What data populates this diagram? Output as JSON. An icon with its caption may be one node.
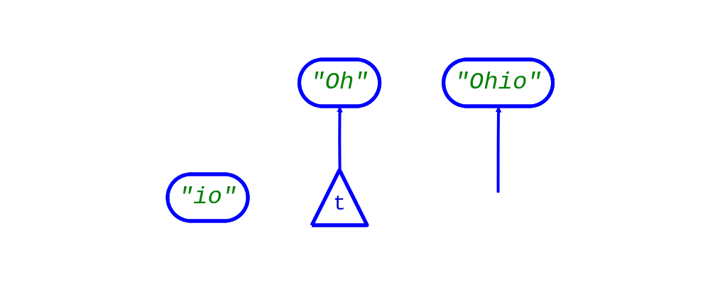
{
  "diagram": {
    "nodes": [
      {
        "text": [
          "\"Oh\""
        ]
      },
      {
        "text": [
          "\"io\""
        ]
      },
      {
        "text": [
          "\"Ohio\""
        ]
      },
      {
        "text": [
          "t"
        ]
      }
    ],
    "edges": [
      {
        "from": 3,
        "to": 0,
        "arrow": "to"
      },
      {
        "from": null,
        "to": 2,
        "arrow": "to"
      }
    ]
  }
}
